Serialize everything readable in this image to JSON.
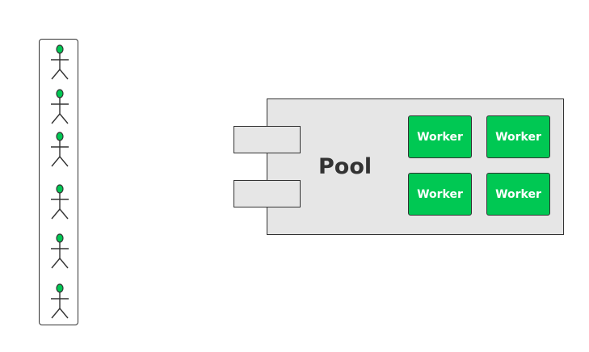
{
  "colors": {
    "accent_green": "#00c853",
    "outline": "#333333",
    "pool_fill": "#e6e6e6"
  },
  "queue": {
    "icon": "person-icon",
    "count": 6
  },
  "pool": {
    "label": "Pool",
    "ports": 2
  },
  "workers": [
    {
      "label": "Worker"
    },
    {
      "label": "Worker"
    },
    {
      "label": "Worker"
    },
    {
      "label": "Worker"
    }
  ]
}
